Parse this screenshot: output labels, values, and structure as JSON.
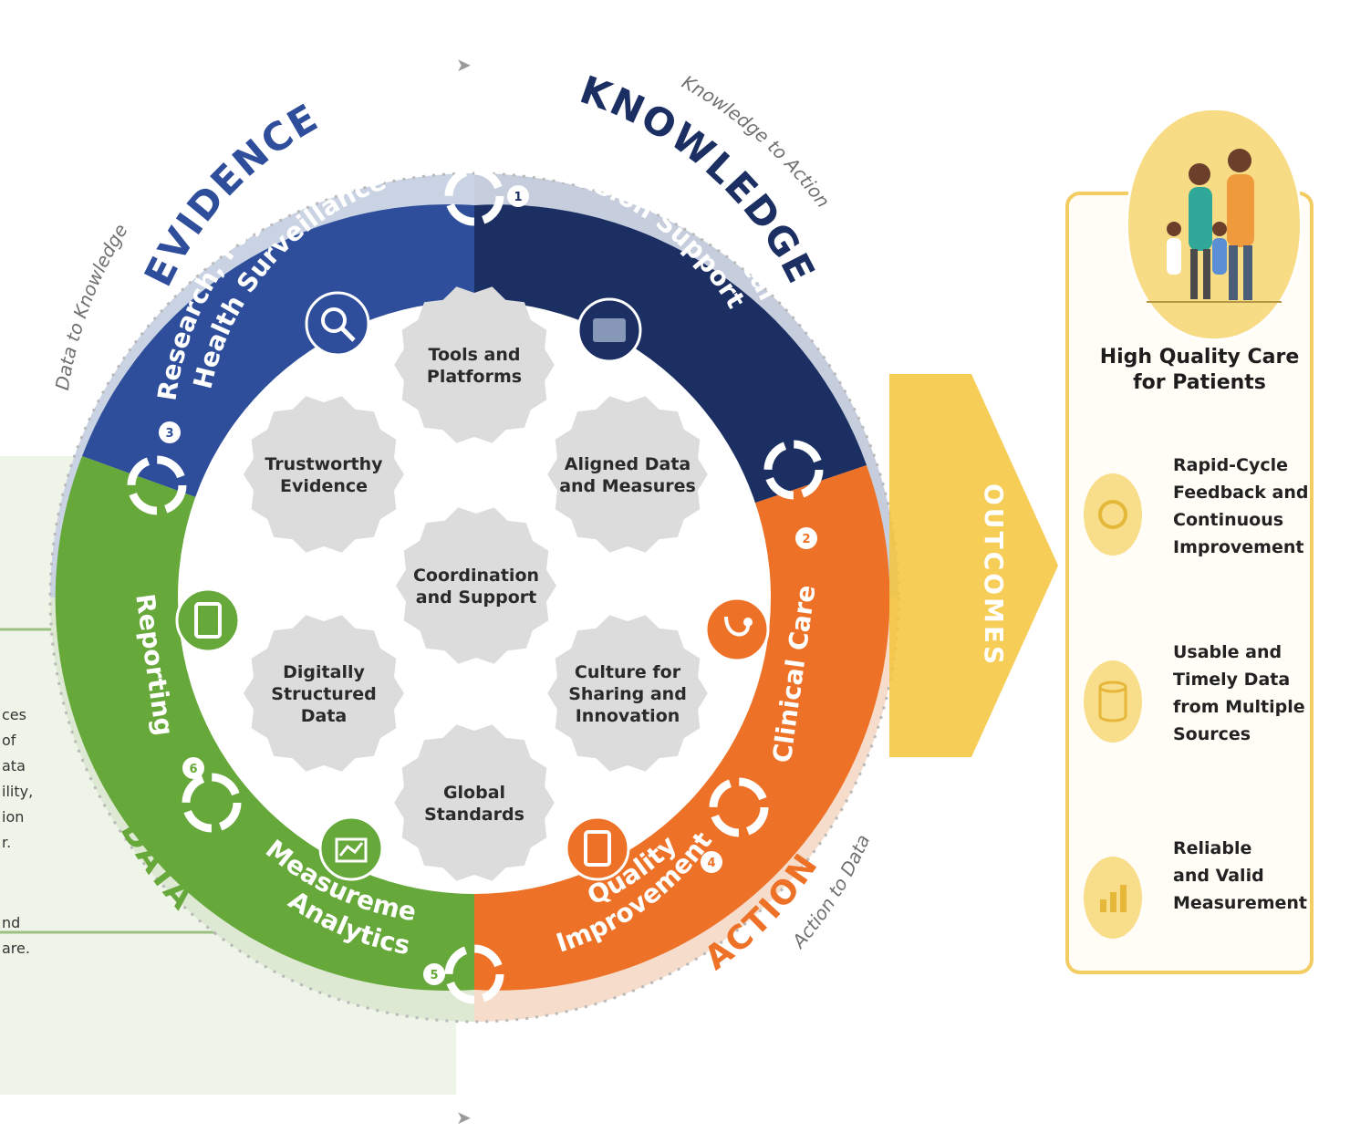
{
  "flow_labels": {
    "data_to_knowledge": "Data to Knowledge",
    "knowledge_to_action": "Knowledge to Action",
    "action_to_data": "Action to Data"
  },
  "quadrants": {
    "evidence": {
      "label": "EVIDENCE",
      "lines": [
        "Research, Payer & Public",
        "Health Surveillance"
      ],
      "step": "1",
      "color": "#2e4e9b"
    },
    "knowledge": {
      "label": "KNOWLEDGE",
      "lines": [
        "Guidelines & Clinical",
        "Decision Support"
      ],
      "step": "2",
      "color": "#1b2f63"
    },
    "action": {
      "label": "ACTION",
      "lines": [
        "Clinical Care"
      ],
      "lines2": [
        "Quality",
        "Improvement"
      ],
      "step": "3",
      "step2": "4",
      "color": "#ed7227"
    },
    "data": {
      "label": "DATA",
      "lines": [
        "Reporting"
      ],
      "lines2": [
        "Measurement",
        "Analytics"
      ],
      "step": "5",
      "step2": "6",
      "color": "#66a83a"
    }
  },
  "gears": [
    {
      "id": "tools",
      "lines": [
        "Tools and",
        "Platforms"
      ]
    },
    {
      "id": "trustworthy",
      "lines": [
        "Trustworthy",
        "Evidence"
      ]
    },
    {
      "id": "aligned",
      "lines": [
        "Aligned Data",
        "and Measures"
      ]
    },
    {
      "id": "coordination",
      "lines": [
        "Coordination",
        "and Support"
      ]
    },
    {
      "id": "digital",
      "lines": [
        "Digitally",
        "Structured",
        "Data"
      ]
    },
    {
      "id": "culture",
      "lines": [
        "Culture for",
        "Sharing and",
        "Innovation"
      ]
    },
    {
      "id": "global",
      "lines": [
        "Global",
        "Standards"
      ]
    }
  ],
  "outcomes_arrow_label": "OUTCOMES",
  "outcomes_panel": {
    "title_lines": [
      "High Quality Care",
      "for Patients"
    ],
    "items": [
      {
        "icon": "feedback-cycle-icon",
        "lines": [
          "Rapid-Cycle",
          "Feedback and",
          "Continuous",
          "Improvement"
        ]
      },
      {
        "icon": "database-icon",
        "lines": [
          "Usable and",
          "Timely Data",
          "from Multiple",
          "Sources"
        ]
      },
      {
        "icon": "bar-chart-icon",
        "lines": [
          "Reliable",
          "and Valid",
          "Measurement"
        ]
      }
    ]
  },
  "left_fragment_lines": [
    "ces",
    "of",
    "ata",
    "ility,",
    "ion",
    "r.",
    "nd",
    "are."
  ],
  "colors": {
    "gear": "#dcdcdc",
    "outcomes": "#f5c43a",
    "ring_light": "#c9d3e3"
  }
}
